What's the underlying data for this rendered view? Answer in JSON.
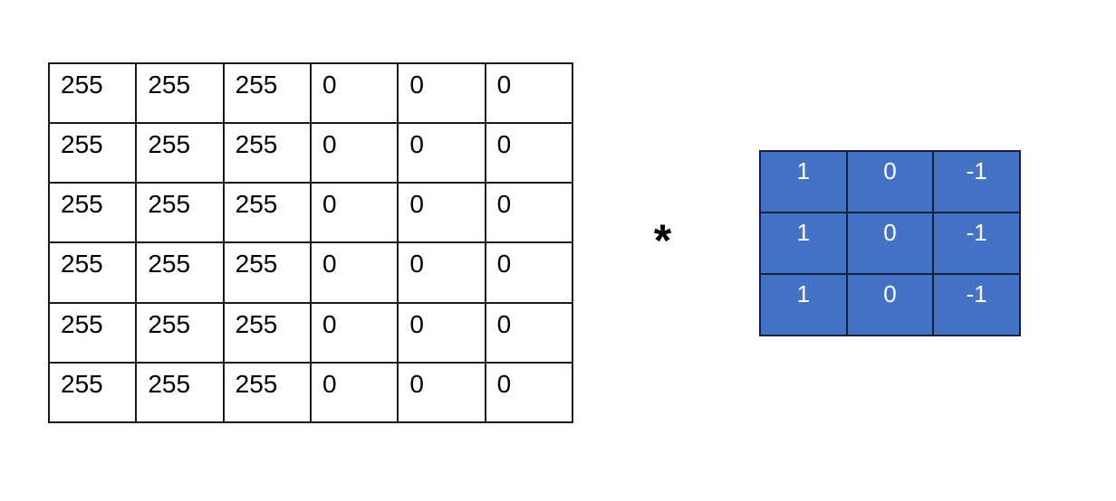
{
  "diagram": {
    "description": "Convolution of a 6x6 image patch with a 3x3 vertical-edge-detection kernel",
    "operator": {
      "symbol": "*"
    },
    "input_matrix": {
      "rows": [
        [
          "255",
          "255",
          "255",
          "0",
          "0",
          "0"
        ],
        [
          "255",
          "255",
          "255",
          "0",
          "0",
          "0"
        ],
        [
          "255",
          "255",
          "255",
          "0",
          "0",
          "0"
        ],
        [
          "255",
          "255",
          "255",
          "0",
          "0",
          "0"
        ],
        [
          "255",
          "255",
          "255",
          "0",
          "0",
          "0"
        ],
        [
          "255",
          "255",
          "255",
          "0",
          "0",
          "0"
        ]
      ]
    },
    "kernel_matrix": {
      "rows": [
        [
          "1",
          "0",
          "-1"
        ],
        [
          "1",
          "0",
          "-1"
        ],
        [
          "1",
          "0",
          "-1"
        ]
      ]
    },
    "colors": {
      "background": "#ffffff",
      "matrix_border": "#1a1a1a",
      "matrix_text": "#000000",
      "kernel_fill": "#4472c4",
      "kernel_border": "#17213b",
      "kernel_text": "#ffffff"
    }
  }
}
